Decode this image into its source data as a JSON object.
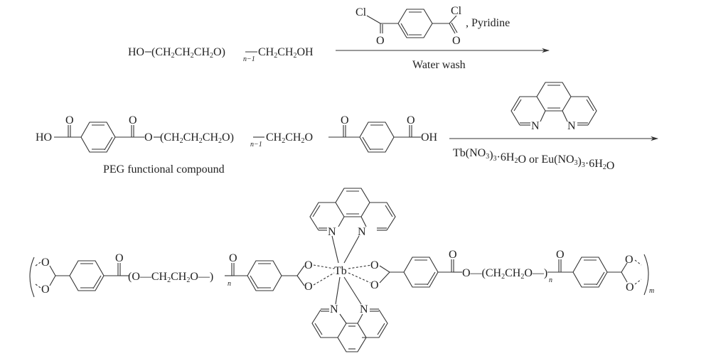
{
  "scheme": {
    "step1": {
      "reactant": {
        "prefix": "HO",
        "repeat_unit": "(CH2CH2CH2O)",
        "repeat_subscript": "n−1",
        "suffix": "CH2CH2OH"
      },
      "reagent_structure": "terephthaloyl chloride",
      "reagent_atom_cl": "Cl",
      "reagent_atom_o": "O",
      "reagent_extra": ", Pyridine",
      "below_arrow": "Water wash"
    },
    "step2": {
      "product_label": "PEG functional compound",
      "atoms": {
        "ho": "HO",
        "o": "O",
        "oh": "OH"
      },
      "chain": "(CH2CH2CH2O)",
      "chain_subscript": "n−1",
      "chain_end": "CH2CH2O",
      "reagent_structure": "1,10-phenanthroline",
      "atom_n": "N",
      "below_arrow": "Tb(NO3)3·6H2O or Eu(NO3)3·6H2O"
    },
    "product": {
      "metal": "Tb",
      "atom_o": "O",
      "atom_n": "N",
      "left_chain": "(O—CH2CH2O)",
      "right_chain": "O—(CH2CH2O)",
      "chain_subscript": "n",
      "polymer_subscript": "m"
    }
  }
}
